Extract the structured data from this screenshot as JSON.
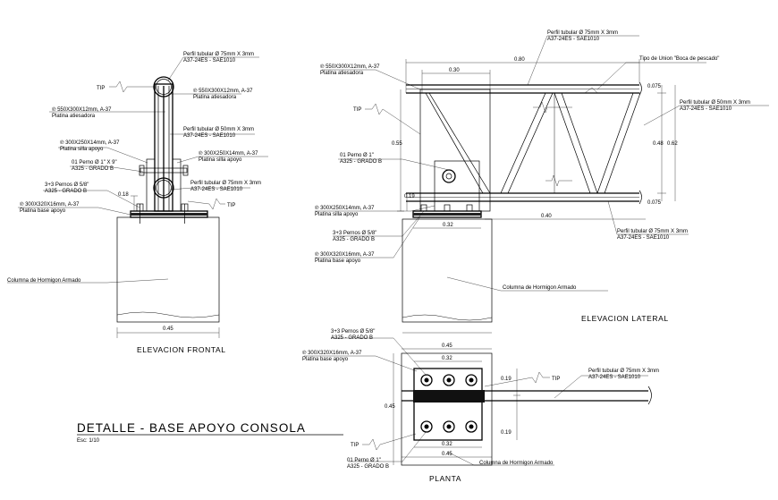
{
  "title": "DETALLE  -  BASE APOYO CONSOLA",
  "scale": "Esc: 1/10",
  "views": {
    "frontal": "ELEVACION FRONTAL",
    "lateral": "ELEVACION LATERAL",
    "planta": "PLANTA"
  },
  "frontal": {
    "tube75": "Perfil tubular Ø 75mm X 3mm",
    "tube75_spec": "A37-24ES - SAE1010",
    "plate550": "℗ 550X300X12mm, A-37",
    "plate550_name": "Platina atiesadora",
    "plate550b": "℗ 550X300X12mm, A-37",
    "plate550b_name": "Platina atiesadora",
    "tube50": "Perfil tubular Ø 50mm X 3mm",
    "tube50_spec": "A37-24ES - SAE1010",
    "plate300a": "℗ 300X250X14mm, A-37",
    "plate300a_name": "Platina silla apoyo",
    "plate300b": "℗ 300X250X14mm, A-37",
    "plate300b_name": "Platina silla apoyo",
    "bolt1": "01 Perno Ø 1\" X 9\"",
    "bolt1_spec": "A325 - GRADO B",
    "bolts58": "3+3 Pernos Ø 5/8\"",
    "bolts58_spec": "A325 - GRADO B",
    "tube75b": "Perfil tubular Ø 75mm X 3mm",
    "tube75b_spec": "A37-24ES - SAE1010",
    "plate320": "℗ 300X320X16mm, A-37",
    "plate320_name": "Platina base apoyo",
    "dim018": "0.18",
    "column": "Columna de Hormigon Armado",
    "dim045": "0.45",
    "tip": "TIP"
  },
  "lateral": {
    "tube75": "Perfil tubular Ø 75mm X 3mm",
    "tube75_spec": "A37-24ES - SAE1010",
    "plate550": "℗ 550X300X12mm, A-37",
    "plate550_name": "Platina atiesadora",
    "dim080": "0.80",
    "dim030": "0.30",
    "union": "Tipo de Union \"Boca de pescado\"",
    "dim0075a": "0.075",
    "tube50": "Perfil tubular Ø 50mm X 3mm",
    "tube50_spec": "A37-24ES - SAE1010",
    "dim055": "0.55",
    "dim048": "0.48",
    "dim062": "0.62",
    "bolt1": "01 Perno Ø 1\"",
    "bolt1_spec": "A325 - GRADO B",
    "dim019": "0.19",
    "dim0075b": "0.075",
    "plate300": "℗ 300X250X14mm, A-37",
    "plate300_name": "Platina silla apoyo",
    "dim040": "0.40",
    "dim032": "0.32",
    "tube75b": "Perfil tubular Ø 75mm X 3mm",
    "tube75b_spec": "A37-24ES - SAE1010",
    "bolts58": "3+3 Pernos Ø 5/8\"",
    "bolts58_spec": "A325 - GRADO B",
    "plate320": "℗ 300X320X16mm, A-37",
    "plate320_name": "Platina base apoyo",
    "column": "Columna de Hormigon Armado",
    "tip": "TIP"
  },
  "planta": {
    "bolts58": "3+3 Pernos Ø 5/8\"",
    "bolts58_spec": "A325 - GRADO B",
    "plate320": "℗ 300X320X16mm, A-37",
    "plate320_name": "Platina base apoyo",
    "dim045top": "0.45",
    "dim032top": "0.32",
    "dim045left": "0.45",
    "dim019a": "0.19",
    "dim019b": "0.19",
    "tube75": "Perfil tubular Ø 75mm X 3mm",
    "tube75_spec": "A37-24ES - SAE1010",
    "dim032bot": "0.32",
    "dim045bot": "0.45",
    "bolt1": "01 Perno Ø 1\"",
    "bolt1_spec": "A325 - GRADO B",
    "column": "Columna de Hormigon Armado",
    "tip": "TIP"
  }
}
